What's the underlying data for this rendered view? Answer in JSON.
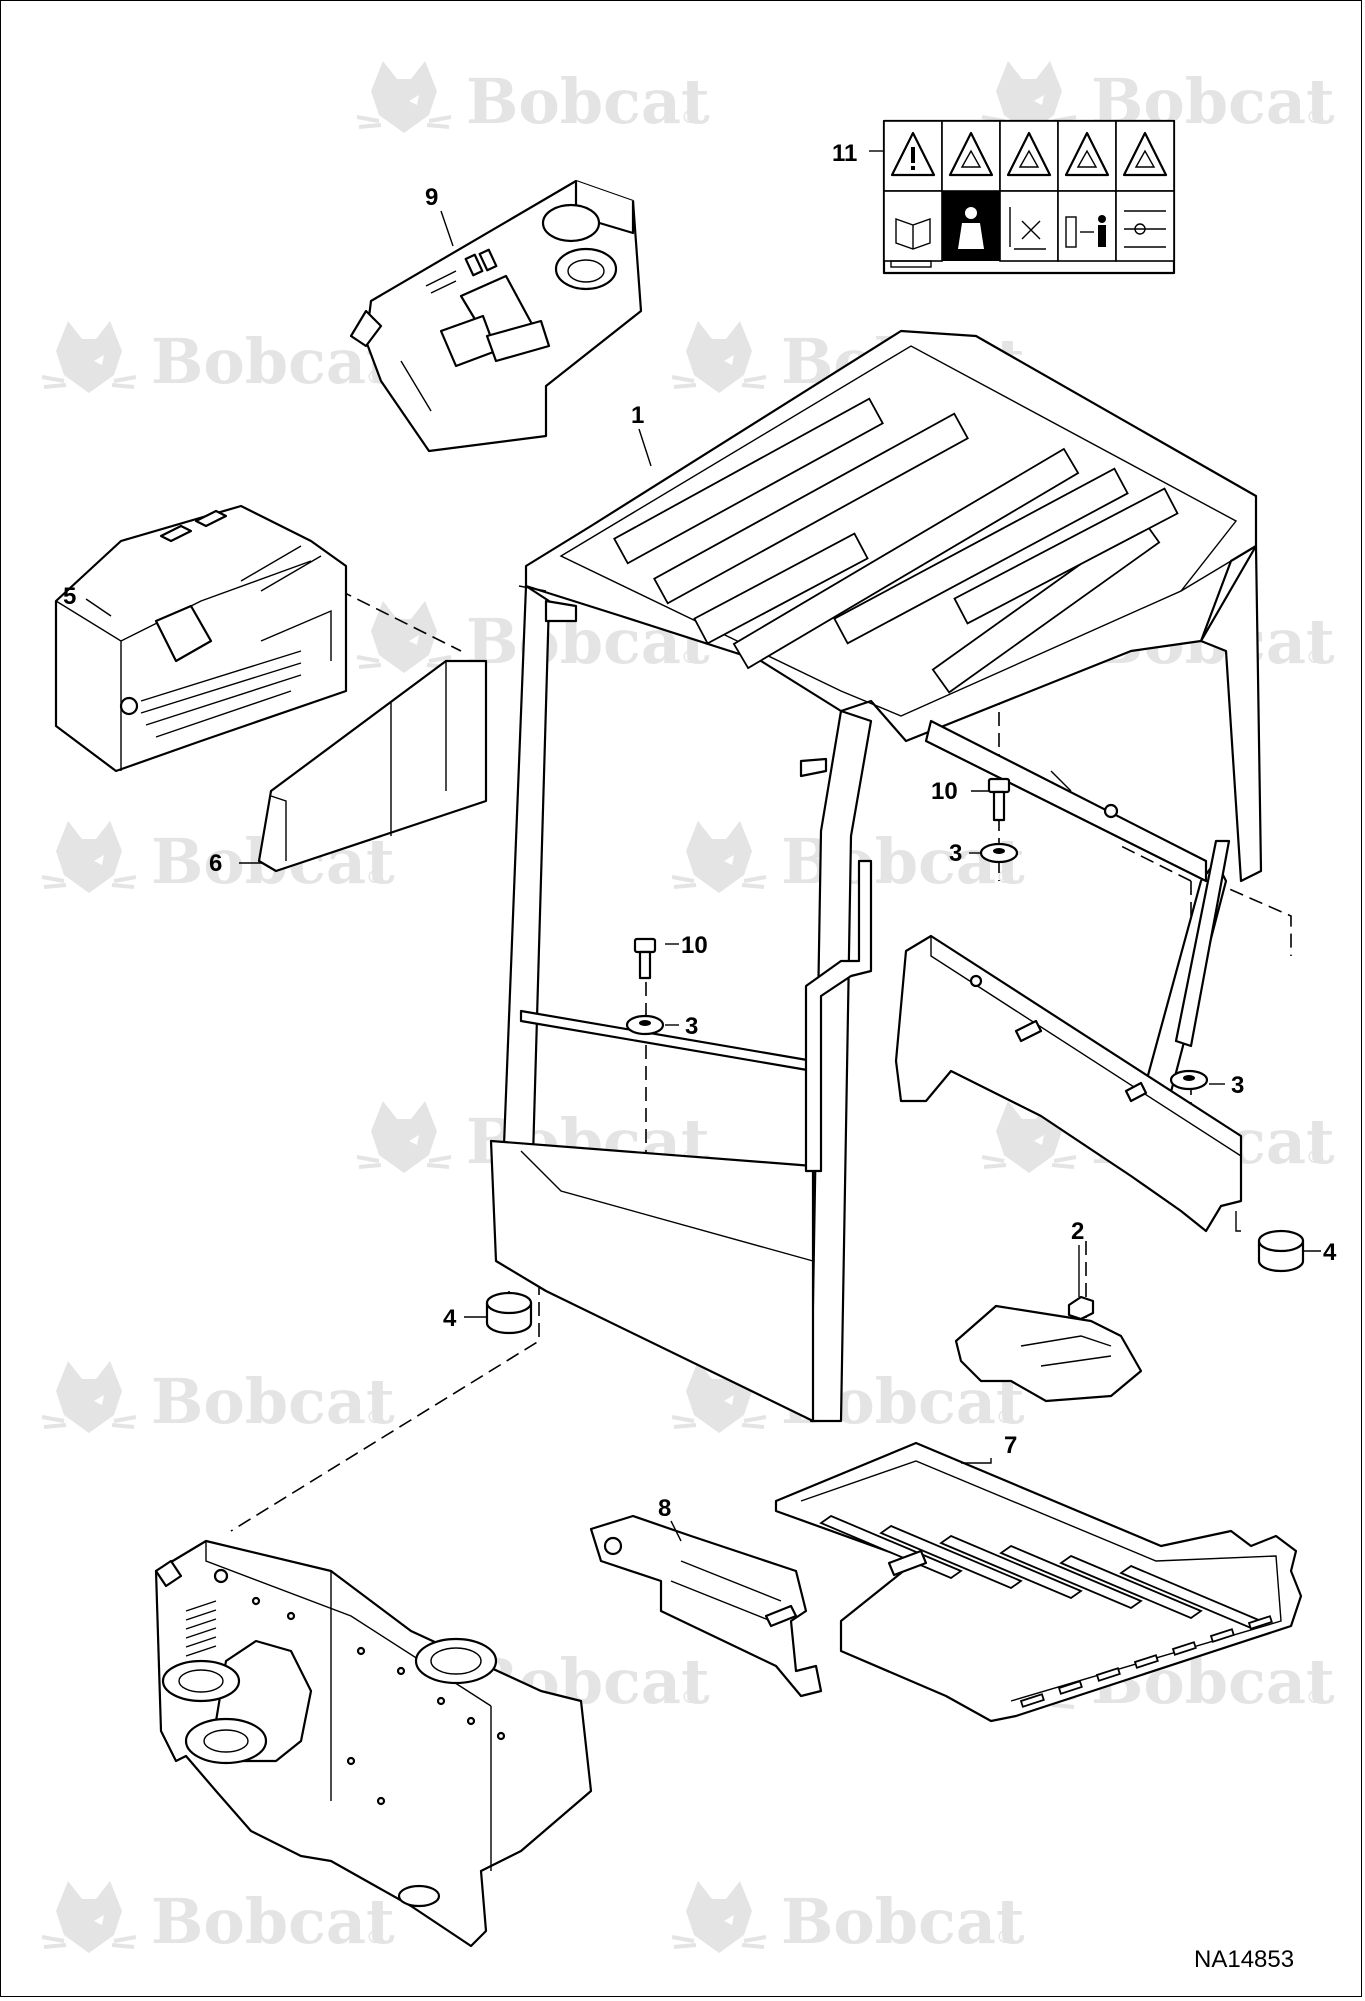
{
  "watermark": {
    "brand": "Bobcat",
    "mark": "®"
  },
  "callouts": {
    "cab": "1",
    "switch": "2",
    "mount_washer_left": "3",
    "mount_washer_right_top": "3",
    "mount_washer_right_bottom": "3",
    "isolator_left": "4",
    "isolator_right": "4",
    "rear_cover": "5",
    "rear_panel": "6",
    "floor_mat": "7",
    "floor_plate": "8",
    "console": "9",
    "bolt_right": "10",
    "bolt_left": "10",
    "decal": "11"
  },
  "drawing_id": "NA14853",
  "icons": {
    "watermark": "bobcat-logo-icon",
    "decal_top_row": [
      "warning-icon",
      "crush-hazard-icon",
      "explosion-hazard-icon",
      "electrocution-hazard-icon",
      "tip-hazard-icon"
    ],
    "decal_bottom_row": [
      "manual-icon",
      "seatbelt-icon",
      "no-modify-icon",
      "clearance-icon",
      "instructions-icon"
    ]
  },
  "colors": {
    "line": "#000000",
    "watermark": "#e4e4e4",
    "background": "#ffffff"
  }
}
